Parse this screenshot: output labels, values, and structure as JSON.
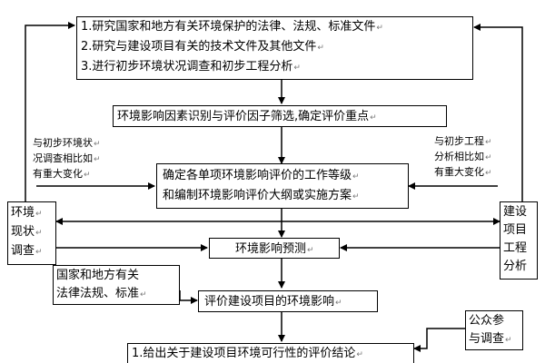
{
  "paragraph_mark": "↵",
  "boxes": {
    "top_box": {
      "lines": [
        "1.研究国家和地方有关环境保护的法律、法规、标准文件",
        "2.研究与建设项目有关的技术文件及其他文件",
        "3.进行初步环境状况调查和初步工程分析"
      ]
    },
    "factor_box": {
      "text": "环境影响因素识别与评价因子筛选,确定评价重点"
    },
    "level_box": {
      "lines": [
        "确定各单项环境影响评价的工作等级",
        "和编制环境影响评价大纲或实施方案"
      ]
    },
    "env_status_box": {
      "lines": [
        "环境",
        "现状",
        "调查"
      ]
    },
    "project_analysis_box": {
      "lines": [
        "建设",
        "项目",
        "工程",
        "分析"
      ]
    },
    "prediction_box": {
      "text": "环境影响预测"
    },
    "laws_box": {
      "lines": [
        "国家和地方有关",
        "法律法规、标准"
      ]
    },
    "evaluation_box": {
      "text": "评价建设项目的环境影响"
    },
    "public_box": {
      "lines": [
        "公众参",
        "与调查"
      ]
    },
    "conclusion_box": {
      "text": "1.给出关于建设项目环境可行性的评价结论"
    }
  },
  "notes": {
    "left_note": [
      "与初步环境状",
      "况调查相比如",
      "有重大变化"
    ],
    "right_note": [
      "与初步工程",
      "分析相比如",
      "有重大变化"
    ]
  },
  "colors": {
    "line": "#000000",
    "background": "#ffffff",
    "paragraph_mark": "#7a7a7a"
  }
}
